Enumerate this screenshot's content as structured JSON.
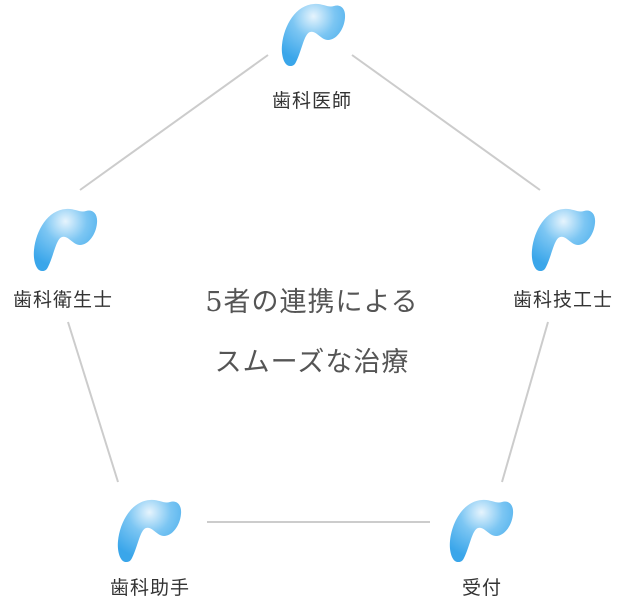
{
  "center_text": {
    "line1": "5者の連携による",
    "line2": "スムーズな治療"
  },
  "nodes": [
    {
      "label": "歯科医師",
      "icon": "tooth-icon"
    },
    {
      "label": "歯科技工士",
      "icon": "tooth-icon"
    },
    {
      "label": "受付",
      "icon": "tooth-icon"
    },
    {
      "label": "歯科助手",
      "icon": "tooth-icon"
    },
    {
      "label": "歯科衛生士",
      "icon": "tooth-icon"
    }
  ],
  "colors": {
    "tooth_light": "#e6f4fd",
    "tooth_dark": "#3aa6ea",
    "line": "#cccccc"
  }
}
